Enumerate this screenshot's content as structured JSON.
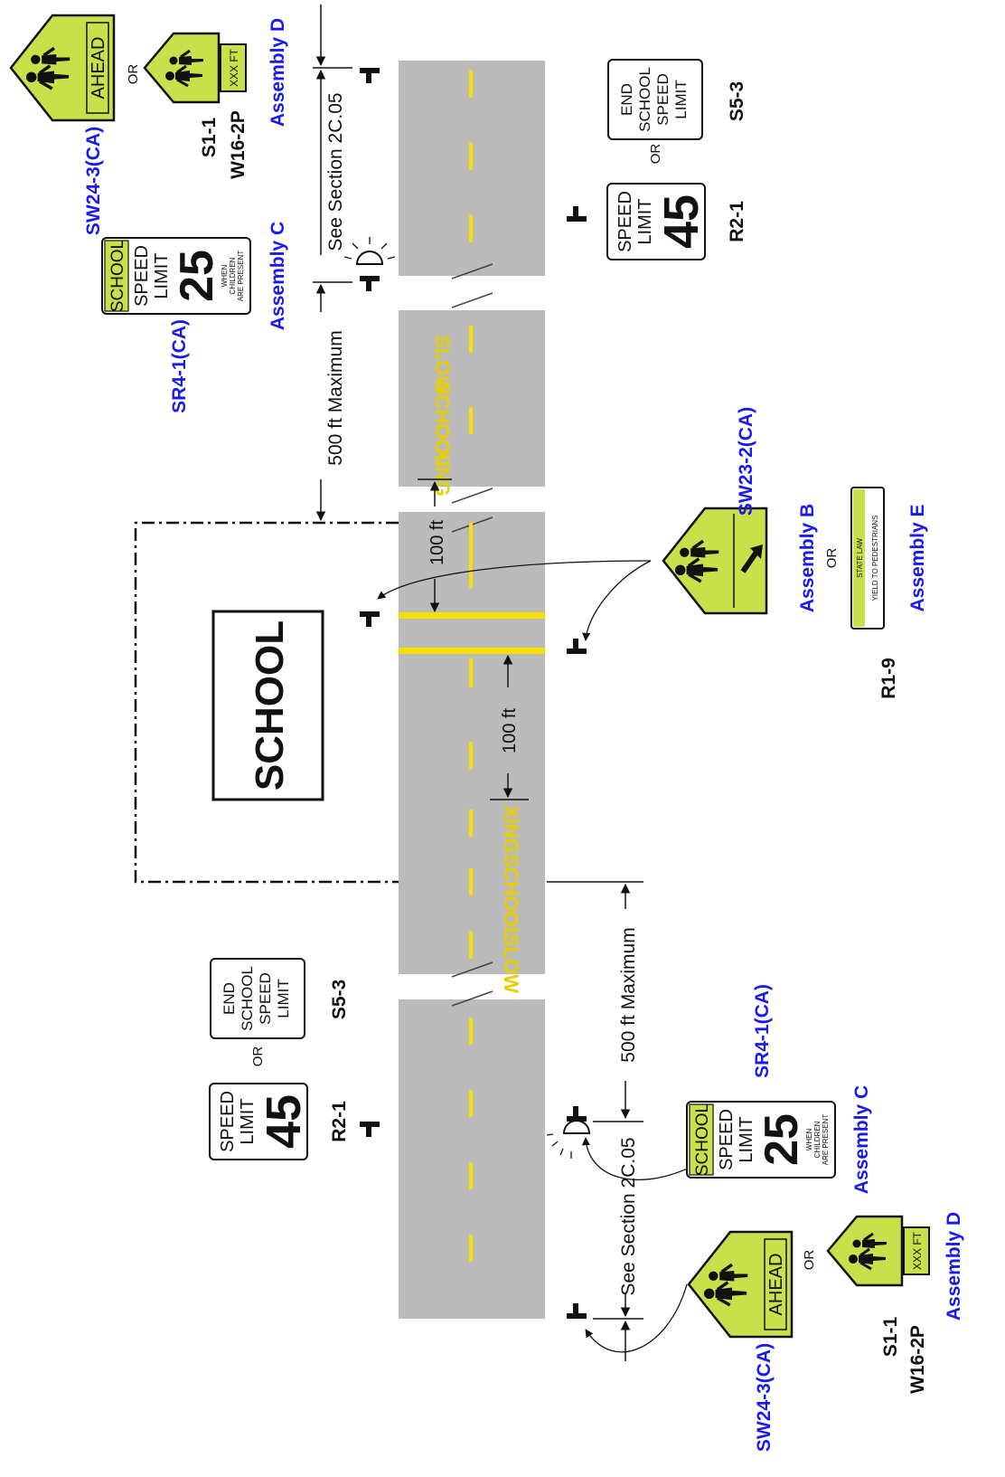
{
  "colors": {
    "road": "#bbbbbb",
    "lane_yellow": "#f5e000",
    "sign_green": "#c8e04a",
    "label_blue": "#1a1aee",
    "black": "#111111"
  },
  "school_box": {
    "label": "SCHOOL"
  },
  "dimensions": {
    "upper_max": "500 ft Maximum",
    "lower_max": "500 ft Maximum",
    "upper_see": "See Section 2C.05",
    "lower_see": "See Section 2C.05",
    "crosswalk_upper": "100 ft",
    "crosswalk_lower": "100 ft"
  },
  "pavement_words": {
    "upper": [
      "XING",
      "SCHOOL",
      "SLOW"
    ],
    "lower": [
      "XING",
      "SCHOOL",
      "SLOW"
    ]
  },
  "sign_text": {
    "ahead": "AHEAD",
    "xxx_ft": "XXX FT",
    "school": "SCHOOL",
    "speed": "SPEED",
    "limit": "LIMIT",
    "twenty_five": "25",
    "forty_five": "45",
    "when": "WHEN",
    "children": "CHILDREN",
    "are_present": "ARE PRESENT",
    "end": "END",
    "state_law": "STATE LAW",
    "yield_peds": "YIELD TO PEDESTRIANS"
  },
  "labels": {
    "or": "OR",
    "sw24_3": "SW24-3(CA)",
    "s1_1": "S1-1",
    "w16_2p": "W16-2P",
    "sr4_1": "SR4-1(CA)",
    "s5_3": "S5-3",
    "r2_1": "R2-1",
    "sw23_2": "SW23-2(CA)",
    "r1_9": "R1-9",
    "assembly_b": "Assembly B",
    "assembly_c": "Assembly C",
    "assembly_d": "Assembly D",
    "assembly_e": "Assembly E"
  }
}
